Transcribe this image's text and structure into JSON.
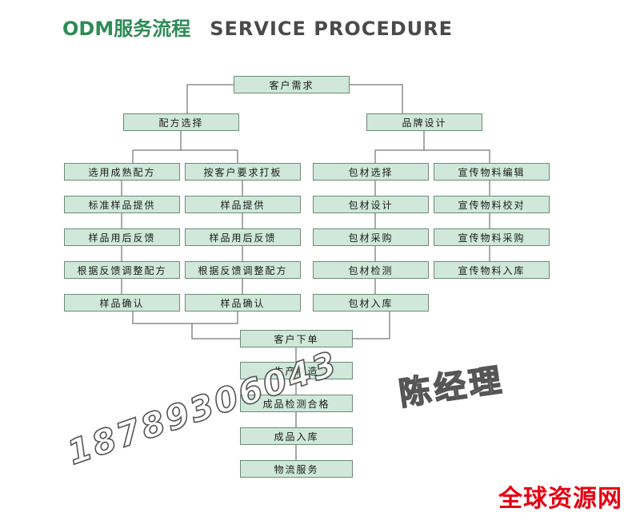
{
  "header": {
    "title_cn": "ODM服务流程",
    "title_en": "SERVICE PROCEDURE"
  },
  "nodes": {
    "customer_demand": "客户需求",
    "formula_select": "配方选择",
    "brand_design": "品牌设计",
    "select_mature_formula": "选用成熟配方",
    "custom_sample": "按客户要求打板",
    "standard_sample": "标准样品提供",
    "sample_supply": "样品提供",
    "feedback_1": "样品用后反馈",
    "feedback_2": "样品用后反馈",
    "adjust_1": "根据反馈调整配方",
    "adjust_2": "根据反馈调整配方",
    "confirm_1": "样品确认",
    "confirm_2": "样品确认",
    "pack_select": "包材选择",
    "pack_design": "包材设计",
    "pack_purchase": "包材采购",
    "pack_inspect": "包材检测",
    "pack_storage": "包材入库",
    "promo_edit": "宣传物料编辑",
    "promo_proof": "宣传物料校对",
    "promo_purchase": "宣传物料采购",
    "promo_storage": "宣传物料入库",
    "order": "客户下单",
    "production": "生产制造",
    "product_inspect": "成品检测合格",
    "product_storage": "成品入库",
    "logistics": "物流服务"
  },
  "watermark": {
    "phone": "18789306043",
    "name": "陈经理",
    "brand": "全球资源网"
  },
  "colors": {
    "node_fill": "#cfe8d9",
    "node_border": "#6d8a79",
    "title_green": "#2e8b57",
    "brand_red": "#e60012"
  }
}
